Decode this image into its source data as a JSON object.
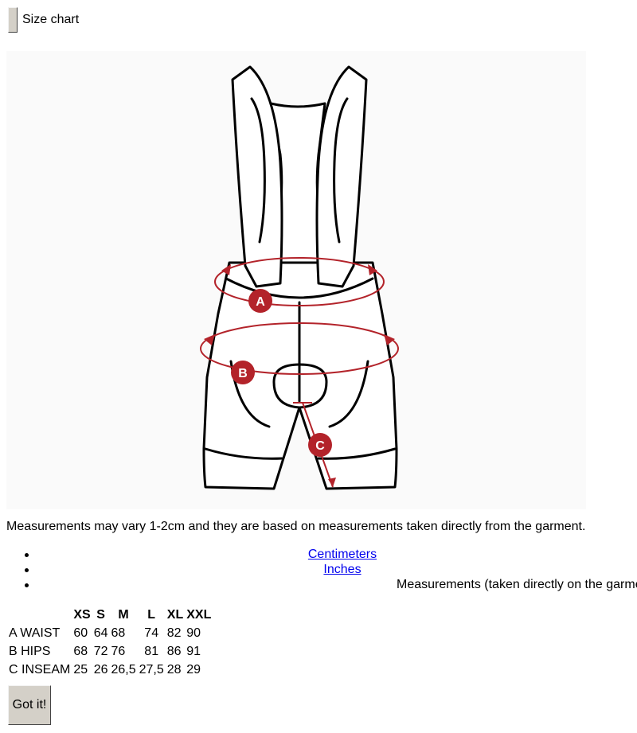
{
  "header": {
    "title": "Size chart"
  },
  "diagram": {
    "markers": [
      {
        "letter": "A"
      },
      {
        "letter": "B"
      },
      {
        "letter": "C"
      }
    ],
    "accent_color": "#b3232a",
    "outline_color": "#000000"
  },
  "note": "Measurements may vary 1-2cm and they are based on measurements taken directly from the garment.",
  "units": {
    "centimeters": "Centimeters",
    "inches": "Inches",
    "measurements_note": "Measurements (taken directly on the garment)"
  },
  "table": {
    "headers": [
      "",
      "XS",
      "S",
      "M",
      "L",
      "XL",
      "XXL"
    ],
    "rows": [
      {
        "label": "A WAIST",
        "values": [
          "60",
          "64",
          "68",
          "74",
          "82",
          "90"
        ]
      },
      {
        "label": "B HIPS",
        "values": [
          "68",
          "72",
          "76",
          "81",
          "86",
          "91"
        ]
      },
      {
        "label": "C INSEAM",
        "values": [
          "25",
          "26",
          "26,5",
          "27,5",
          "28",
          "29"
        ]
      }
    ]
  },
  "buttons": {
    "got_it": "Got it!"
  }
}
